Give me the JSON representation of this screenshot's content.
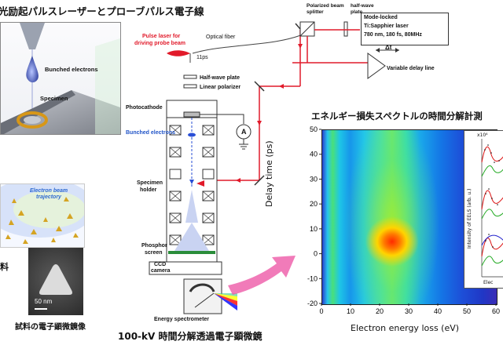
{
  "titles": {
    "top_left": "光励起パルスレーザーとプローブパルス電子線",
    "microscope": "100-kV 時間分解透過電子顕微鏡",
    "spectrum": "エネルギー損失スペクトルの時間分解計測"
  },
  "left_panel": {
    "bunched_electrons": "Bunched electrons",
    "specimen": "Specimen",
    "electron_beam_trajectory": "Electron beam trajectory",
    "sample_suffix": "料",
    "micrograph_caption": "試料の電子顕微鏡像",
    "scale_bar": "50 nm"
  },
  "laser": {
    "title_line1": "Mode-locked",
    "title_line2": "Ti:Sapphier laser",
    "title_line3": "780 nm, 180 fs, 80MHz",
    "polarized_beam_splitter": "Polarized beam splitter",
    "half_wave_plate_top": "half-wave plate",
    "delta_t": "Δt",
    "variable_delay_line": "Variable delay line",
    "pulse_laser_label_line1": "Pulse laser for",
    "pulse_laser_label_line2": "driving probe beam",
    "optical_fiber": "Optical fiber",
    "ps_label": "11ps",
    "half_wave_plate": "Half-wave plate",
    "linear_polarizer": "Linear polarizer"
  },
  "column": {
    "photocathode": "Photocathode",
    "bunched_electrons": "Bunched electrons",
    "ammeter": "A",
    "specimen_holder_line1": "Specimen",
    "specimen_holder_line2": "holder",
    "phosphor_line1": "Phosphor",
    "phosphor_line2": "screen",
    "ccd_line1": "CCD",
    "ccd_line2": "camera",
    "energy_spectrometer": "Energy spectrometer"
  },
  "colors": {
    "laser_red": "#e11a2a",
    "arrow_pink": "#ee5aa8",
    "electron_blue": "#2a4fd6"
  },
  "chart_data": {
    "type": "heatmap",
    "xlabel": "Electron energy loss (eV)",
    "ylabel": "Delay time (ps)",
    "xlim": [
      0,
      60
    ],
    "ylim": [
      -20,
      50
    ],
    "x_ticks": [
      "0",
      "10",
      "20",
      "30",
      "40",
      "50",
      "60"
    ],
    "y_ticks": [
      "50",
      "40",
      "30",
      "20",
      "10",
      "0",
      "-10",
      "-20"
    ],
    "peak": {
      "x": 23,
      "y": 7
    },
    "inset": {
      "ylabel": "Intensity of EELS (arb. u.)",
      "xlabel": "Elec",
      "multiplier": "x10⁴"
    }
  }
}
